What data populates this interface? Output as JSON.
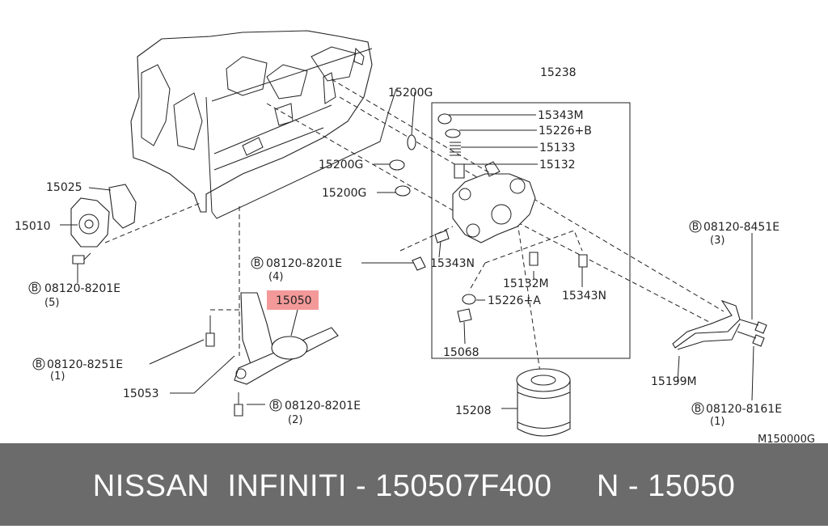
{
  "labels": {
    "p15238": "15238",
    "p15200g_a": "15200G",
    "p15343m": "15343M",
    "p15226b": "15226+B",
    "p15133": "15133",
    "p15200g_b": "15200G",
    "p15132": "15132",
    "p15200g_c": "15200G",
    "p15025": "15025",
    "p15010": "15010",
    "b_8451_code": "08120-8451E",
    "b_8451_qty": "(3)",
    "b_8201_mid_code": "08120-8201E",
    "b_8201_mid_qty": "(4)",
    "p15343n_a": "15343N",
    "b_8201_left_code": "08120-8201E",
    "b_8201_left_qty": "(5)",
    "p15132m": "15132M",
    "p15050": "15050",
    "p15226a": "15226+A",
    "p15343n_b": "15343N",
    "b_8251_code": "08120-8251E",
    "b_8251_qty": "(1)",
    "p15068": "15068",
    "p15199m": "15199M",
    "p15053": "15053",
    "p15208": "15208",
    "b_8201_bot_code": "08120-8201E",
    "b_8201_bot_qty": "(2)",
    "b_8161_code": "08120-8161E",
    "b_8161_qty": "(1)",
    "diagram_id": "M150000G",
    "bolt_symbol": "B"
  },
  "highlight_color": "#f08080",
  "footer": {
    "text": "NISSAN  INFINITI - 150507F400     N - 15050"
  }
}
